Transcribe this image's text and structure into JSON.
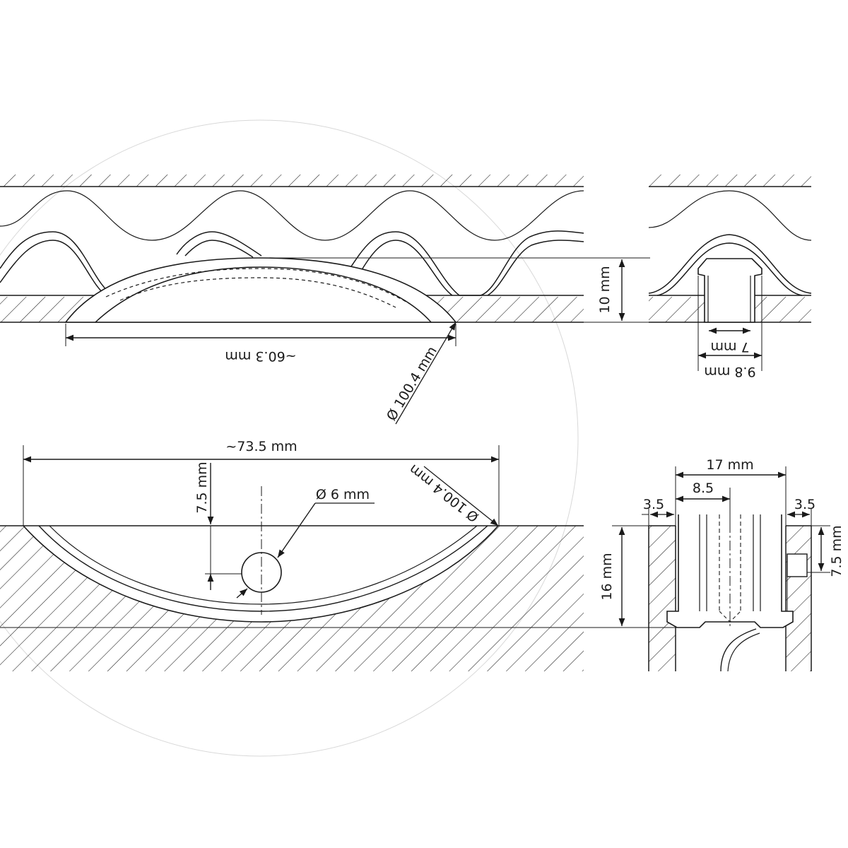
{
  "labels": {
    "width_top": "~60.3 mm",
    "diameter_top": "Ø 100.4 mm",
    "height_top": "10 mm",
    "slot_inner": "7 mm",
    "slot_outer": "9.8 mm",
    "width_bottom": "~73.5 mm",
    "depth_bottom": "7.5 mm",
    "hole_diameter": "Ø  6 mm",
    "diameter_bottom": "Ø 100.4 mm",
    "width_17": "17 mm",
    "width_8_5": "8.5",
    "left_3_5": "3.5",
    "right_3_5": "3.5",
    "height_16": "16 mm",
    "height_7_5_right": "7.5 mm"
  },
  "colors": {
    "stroke": "#1a1a1a",
    "guide": "#cfcfcf",
    "background": "#ffffff"
  }
}
